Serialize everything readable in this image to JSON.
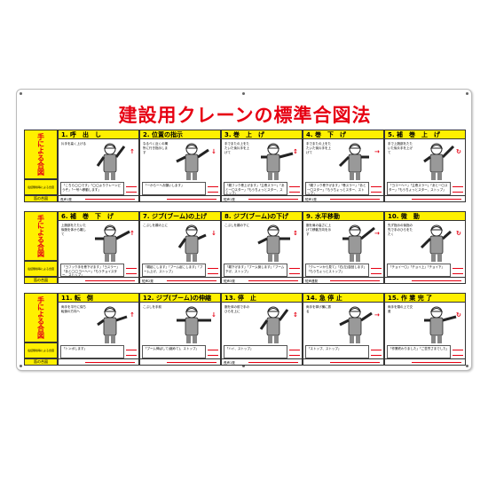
{
  "title": "建設用クレーンの標準合図法",
  "side": {
    "hand": "手による合図",
    "radio": "電話無線等による合図",
    "signal": "笛の合図"
  },
  "cells": [
    {
      "head": "1. 呼　出　し",
      "desc": "片手を高く上げる",
      "radio": "「こちら◯◯です」「◯◯よりクレーンどうぞ」「一号へ移動します」",
      "sig": "長声1発"
    },
    {
      "head": "2. 位置の指示",
      "desc": "なるべく近くの構所に行き指示します",
      "radio": "「一からーへお願いします」",
      "sig": ""
    },
    {
      "head": "3. 巻　上　げ",
      "desc": "手でまたの上をたたいた後片手を上げて",
      "radio": "「親フック巻上げます」「主巻スラー」「あと一〇スター」「もうちょっとスター、ストップ」",
      "sig": "短声1発"
    },
    {
      "head": "4. 巻　下　げ",
      "desc": "手でまたの上をたたいた後片手を上げて",
      "radio": "「親フック巻下げます」「巻スラー」「あと一〇スター」「もうちょっとスター、ストップ」",
      "sig": "短声1発"
    },
    {
      "head": "5. 補　巻　上　げ",
      "desc": "手で上腕部をたたいた後片手を上げて",
      "radio": "「ヨコーヘー」「主巻スラー」「あと一〇スター」「もうちょっとスター、ストップ」",
      "sig": ""
    },
    {
      "head": "6. 補　巻　下　げ",
      "desc": "上腕部をたたいた後腕を体から離して",
      "radio": "「ヨフック手を巻下げます」「ヨスラー」「あと◯◯ヨーヘー」「もうチョイスター、ストップ」",
      "sig": ""
    },
    {
      "head": "7. ジブ(ブーム)の上げ",
      "desc": "こぶしを親の上に",
      "radio": "「親起こします」「ブーム起こします」「ブーム上げ、ストップ」",
      "sig": "短声2発"
    },
    {
      "head": "8. ジブ(ブーム)の下げ",
      "desc": "こぶしを親の下に",
      "radio": "「親下げます」「ブーム倒します」「ブーム下げ、ストップ」",
      "sig": "短声3発"
    },
    {
      "head": "9. 水平移動",
      "desc": "腕を肩の高さに上げて移動方向を示す",
      "radio": "「クレーンから見て」「右(左)旋回します」「もうちょっとストップ」",
      "sig": "短声連発"
    },
    {
      "head": "10. 微　動",
      "desc": "先ず指示の後指の先で手のひらをたたく",
      "radio": "「チョイ一〇」「チョイ上」「チョイ下」",
      "sig": ""
    },
    {
      "head": "11. 転　倒",
      "desc": "両手を平行に保ち転倒の方向へ",
      "radio": "「トンボします」",
      "sig": ""
    },
    {
      "head": "12. ジブ(ブーム)の伸縮",
      "desc": "こぶしを手前",
      "radio": "「ブーム伸ばして(縮めて)、ストップ」",
      "sig": ""
    },
    {
      "head": "13. 停　止",
      "desc": "腕を体の前で手のひらを上に",
      "radio": "「ハイ、ストップ」",
      "sig": "長声1発"
    },
    {
      "head": "14. 急 停 止",
      "desc": "両手を挙げ横に振る",
      "radio": "「ストップ、ストップ」",
      "sig": ""
    },
    {
      "head": "15. 作 業 完 了",
      "desc": "両手を頭の上で交差",
      "radio": "「作業終わりました」「ご苦労さまでした」",
      "sig": ""
    }
  ],
  "colors": {
    "red": "#e60012",
    "yellow": "#fff000"
  }
}
